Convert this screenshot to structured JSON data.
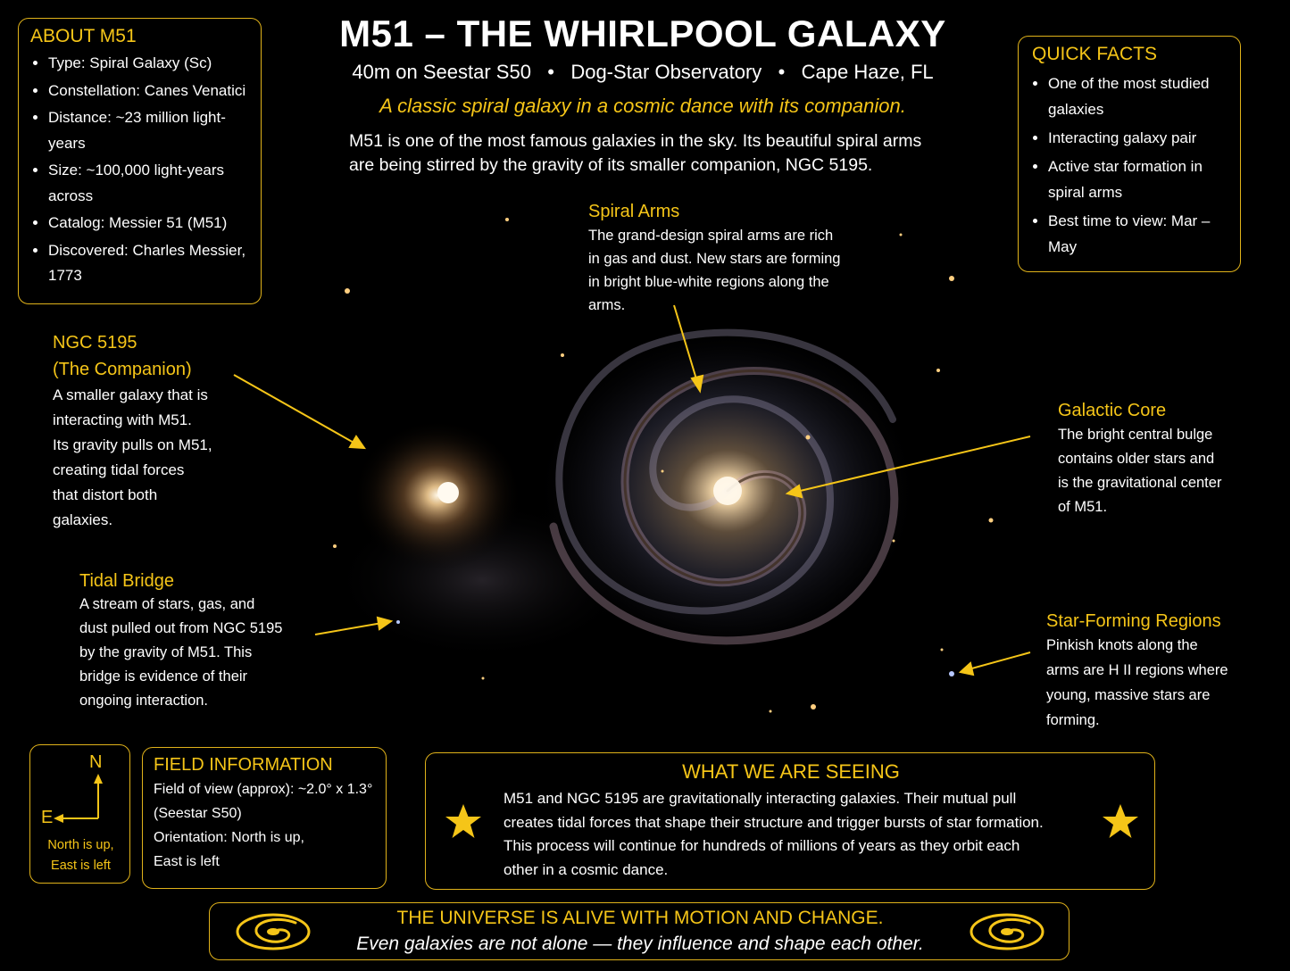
{
  "header": {
    "title": "M51 – THE WHIRLPOOL GALAXY",
    "subtitle": "40m on Seestar S50   •   Dog-Star Observatory   •   Cape Haze, FL",
    "tagline": "A classic spiral galaxy in a cosmic dance with its companion.",
    "intro_line1": "M51 is one of the most famous galaxies in the sky. Its beautiful spiral arms",
    "intro_line2": "are being stirred by the gravity of its smaller companion, NGC 5195."
  },
  "about": {
    "heading": "ABOUT M51",
    "items": [
      "Type:  Spiral Galaxy (Sc)",
      "Constellation: Canes Venatici",
      "Distance: ~23 million light-years",
      "Size: ~100,000 light-years across",
      "Catalog: Messier 51 (M51)",
      "Discovered: Charles Messier, 1773"
    ]
  },
  "quick_facts": {
    "heading": "QUICK FACTS",
    "items": [
      "One of the most studied galaxies",
      "Interacting galaxy pair",
      "Active star formation in spiral arms",
      "Best time to view: Mar – May"
    ]
  },
  "annotations": {
    "spiral_arms": {
      "title": "Spiral Arms",
      "lines": [
        "The grand-design spiral arms are rich",
        "in gas and dust. New stars are forming",
        "in bright blue-white regions along the",
        "arms."
      ]
    },
    "companion": {
      "title_line1": "NGC 5195",
      "title_line2": "(The Companion)",
      "lines": [
        "A smaller galaxy that is",
        "interacting with M51.",
        "Its gravity pulls on M51,",
        "creating tidal forces",
        "that distort both",
        "galaxies."
      ]
    },
    "core": {
      "title": "Galactic Core",
      "lines": [
        "The bright central bulge",
        "contains older stars and",
        "is the gravitational center",
        "of M51."
      ]
    },
    "tidal_bridge": {
      "title": "Tidal Bridge",
      "lines": [
        "A stream of stars, gas, and",
        "dust pulled out from NGC 5195",
        "by the gravity of M51. This",
        "bridge is evidence of their",
        "ongoing interaction."
      ]
    },
    "star_forming": {
      "title": "Star-Forming Regions",
      "lines": [
        "Pinkish knots along the",
        "arms are H II regions where",
        "young, massive stars are",
        "forming."
      ]
    }
  },
  "compass": {
    "north": "N",
    "east": "E",
    "caption_line1": "North is up,",
    "caption_line2": "East is left"
  },
  "field_info": {
    "heading": "FIELD INFORMATION",
    "lines": [
      "Field of view (approx): ~2.0° x 1.3°",
      "(Seestar S50)",
      "Orientation: North is up,",
      "East is left"
    ]
  },
  "seeing": {
    "heading": "WHAT WE ARE SEEING",
    "lines": [
      "M51 and NGC 5195 are gravitationally interacting galaxies. Their mutual pull",
      "creates tidal forces that shape their structure and trigger bursts of star formation.",
      "This process will continue for hundreds of millions of years as they orbit each",
      "other in a cosmic dance."
    ]
  },
  "footer": {
    "line1": "THE UNIVERSE IS ALIVE WITH MOTION AND CHANGE.",
    "line2": "Even galaxies are not alone — they influence and shape each other."
  },
  "colors": {
    "accent": "#f5c518",
    "background": "#000000",
    "text": "#ffffff"
  }
}
